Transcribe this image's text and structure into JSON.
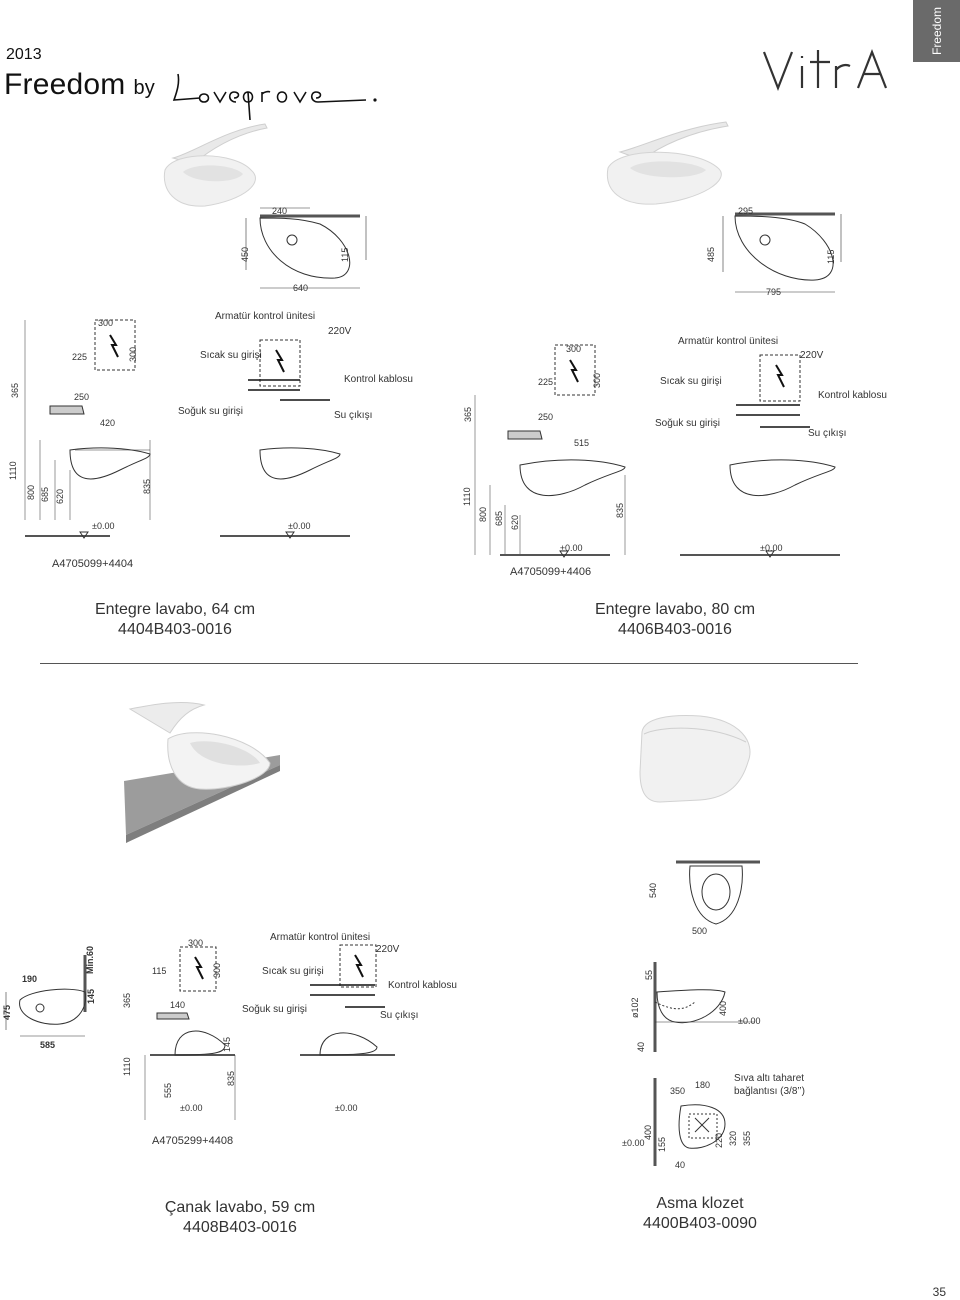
{
  "header": {
    "year": "2013",
    "title": "Freedom",
    "by": "by",
    "designer_signature": "Lovegrove.",
    "brand": "VitrA",
    "section_tab": "Freedom"
  },
  "products": [
    {
      "caption_line1": "Entegre lavabo, 64 cm",
      "caption_line2": "4404B403-0016",
      "set_code": "A4705099+4404",
      "top_dims": {
        "w_top": "240",
        "h": "450",
        "depth": "115",
        "w": "640"
      },
      "side_dims": [
        "300",
        "225",
        "300",
        "250",
        "420",
        "365",
        "1110",
        "800",
        "685",
        "620",
        "835"
      ],
      "level": "±0.00"
    },
    {
      "caption_line1": "Entegre lavabo, 80 cm",
      "caption_line2": "4406B403-0016",
      "set_code": "A4705099+4406",
      "top_dims": {
        "w_top": "295",
        "h": "485",
        "depth": "115",
        "w": "795"
      },
      "side_dims": [
        "300",
        "225",
        "300",
        "250",
        "515",
        "365",
        "1110",
        "800",
        "685",
        "620",
        "835"
      ],
      "level": "±0.00"
    },
    {
      "caption_line1": "Çanak lavabo, 59 cm",
      "caption_line2": "4408B403-0016",
      "set_code": "A4705299+4408",
      "top_dims": {
        "w_top": "190",
        "min": "Min.60",
        "h": "475",
        "depth": "145",
        "w": "585"
      },
      "side_dims": [
        "300",
        "115",
        "300",
        "140",
        "145",
        "365",
        "1110",
        "555",
        "835"
      ],
      "level": "±0.00"
    },
    {
      "caption_line1": "Asma klozet",
      "caption_line2": "4400B403-0090",
      "top_dims": {
        "h": "540",
        "w": "500"
      },
      "side_dims": [
        "55",
        "400",
        "ø102",
        "40",
        "350",
        "180",
        "400",
        "155",
        "220",
        "320",
        "355",
        "40"
      ],
      "level": "±0.00",
      "note": "Sıva altı taharet bağlantısı (3/8’’)"
    }
  ],
  "install_labels": {
    "control_unit": "Armatür kontrol ünitesi",
    "voltage": "220V",
    "hot_inlet": "Sıcak su girişi",
    "cold_inlet": "Soğuk su girişi",
    "control_cable": "Kontrol kablosu",
    "water_outlet": "Su çıkışı"
  },
  "page_number": "35"
}
